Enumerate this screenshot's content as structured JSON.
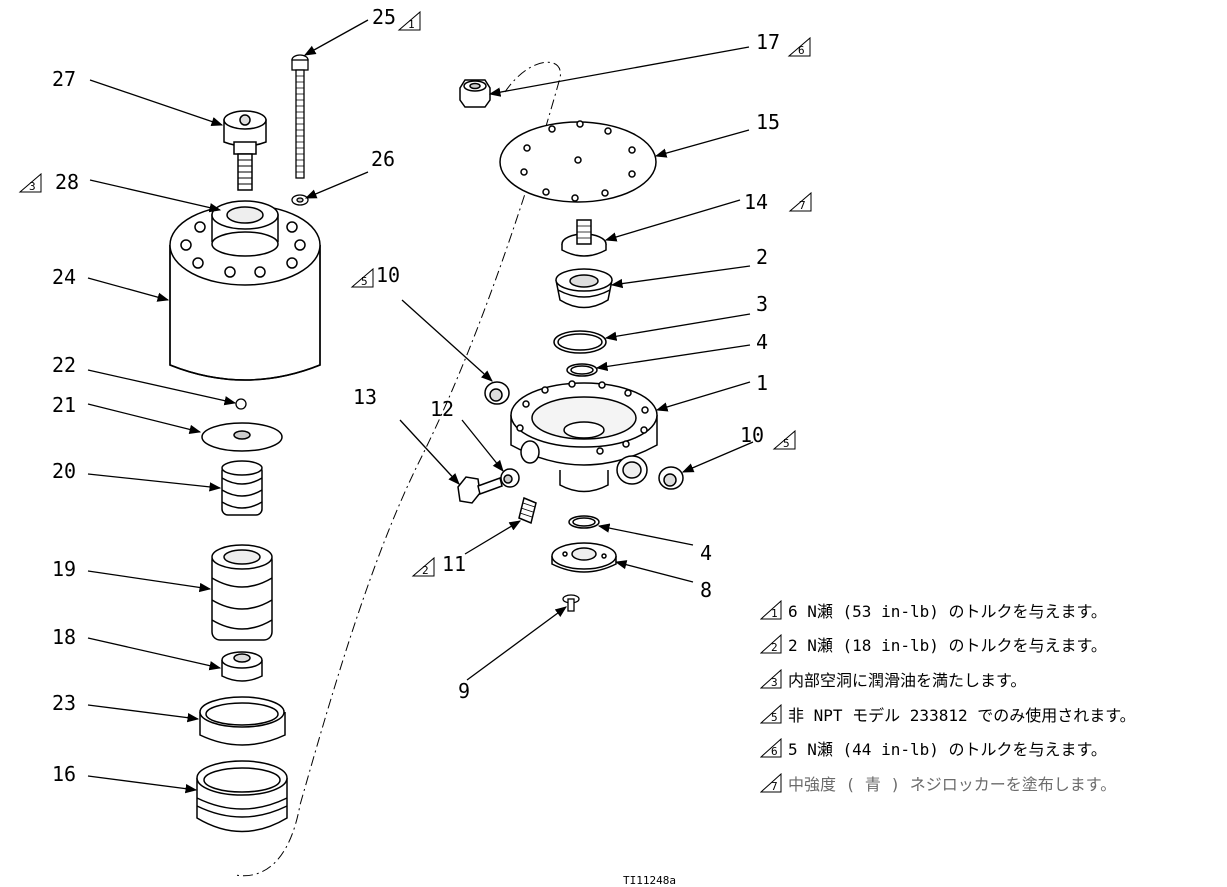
{
  "part_labels": [
    "1",
    "2",
    "3",
    "4",
    "4",
    "8",
    "9",
    "10",
    "10",
    "11",
    "12",
    "13",
    "14",
    "15",
    "16",
    "17",
    "18",
    "19",
    "20",
    "21",
    "22",
    "23",
    "24",
    "25",
    "26",
    "27",
    "28"
  ],
  "warning_marks": [
    "1",
    "2",
    "3",
    "5",
    "5",
    "6",
    "7"
  ],
  "notes": [
    {
      "mark": "1",
      "text": "6 N瀬 (53 in-lb) のトルクを与えます。"
    },
    {
      "mark": "2",
      "text": "2 N瀬 (18 in-lb) のトルクを与えます。"
    },
    {
      "mark": "3",
      "text": "内部空洞に潤滑油を満たします。"
    },
    {
      "mark": "5",
      "text": "非 NPT モデル 233812 でのみ使用されます。"
    },
    {
      "mark": "6",
      "text": "5 N瀬 (44 in-lb) のトルクを与えます。"
    },
    {
      "mark": "7",
      "text": "中強度 ( 青 ) ネジロッカーを塗布します。"
    }
  ],
  "drawing_code": "TI11248a"
}
